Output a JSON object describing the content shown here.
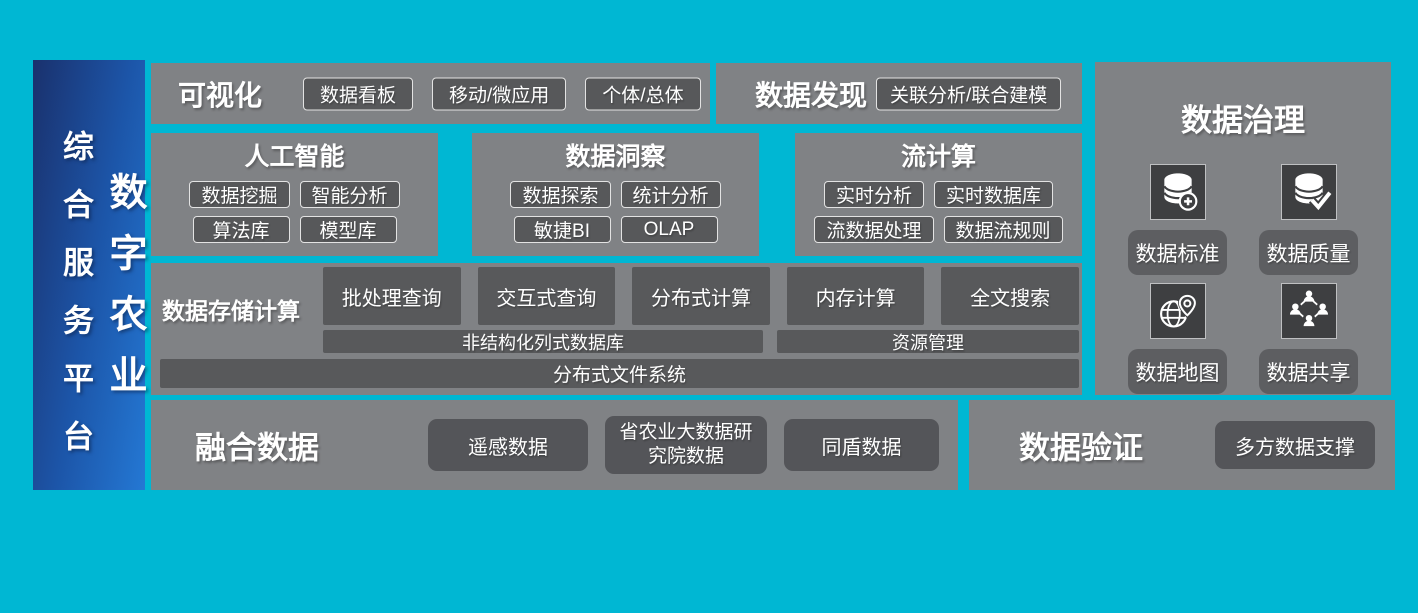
{
  "platform": {
    "name_col1": "综合服务平台",
    "name_col2": "数字农业"
  },
  "sections": {
    "visualization": {
      "title": "可视化",
      "chips": [
        "数据看板",
        "移动/微应用",
        "个体/总体"
      ]
    },
    "discovery": {
      "title": "数据发现",
      "chips": [
        "关联分析/联合建模"
      ]
    },
    "ai": {
      "title": "人工智能",
      "chips": [
        "数据挖掘",
        "智能分析",
        "算法库",
        "模型库"
      ]
    },
    "insight": {
      "title": "数据洞察",
      "chips": [
        "数据探索",
        "统计分析",
        "敏捷BI",
        "OLAP"
      ]
    },
    "stream": {
      "title": "流计算",
      "chips": [
        "实时分析",
        "实时数据库",
        "流数据处理",
        "数据流规则"
      ]
    },
    "storage": {
      "title": "数据存储计算",
      "compute_boxes": [
        "批处理查询",
        "交互式查询",
        "分布式计算",
        "内存计算",
        "全文搜索"
      ],
      "mid_bars": [
        "非结构化列式数据库",
        "资源管理"
      ],
      "base_bar": "分布式文件系统"
    },
    "fusion": {
      "title": "融合数据",
      "chips": [
        "遥感数据",
        "省农业大数据研究院数据",
        "同盾数据"
      ]
    },
    "verification": {
      "title": "数据验证",
      "chips": [
        "多方数据支撑"
      ]
    },
    "governance": {
      "title": "数据治理",
      "items": [
        {
          "icon": "database-add-icon",
          "label": "数据标准"
        },
        {
          "icon": "database-check-icon",
          "label": "数据质量"
        },
        {
          "icon": "globe-pin-icon",
          "label": "数据地图"
        },
        {
          "icon": "people-network-icon",
          "label": "数据共享"
        }
      ]
    }
  },
  "colors": {
    "background": "#00b7d3",
    "panel": "#808285",
    "chip": "#57585a",
    "chip_border": "#e3e3e3",
    "icon_tile": "#3e3f41",
    "banner_gradient_start": "#1a316d",
    "banner_gradient_end": "#2478d4",
    "text": "#ffffff"
  }
}
